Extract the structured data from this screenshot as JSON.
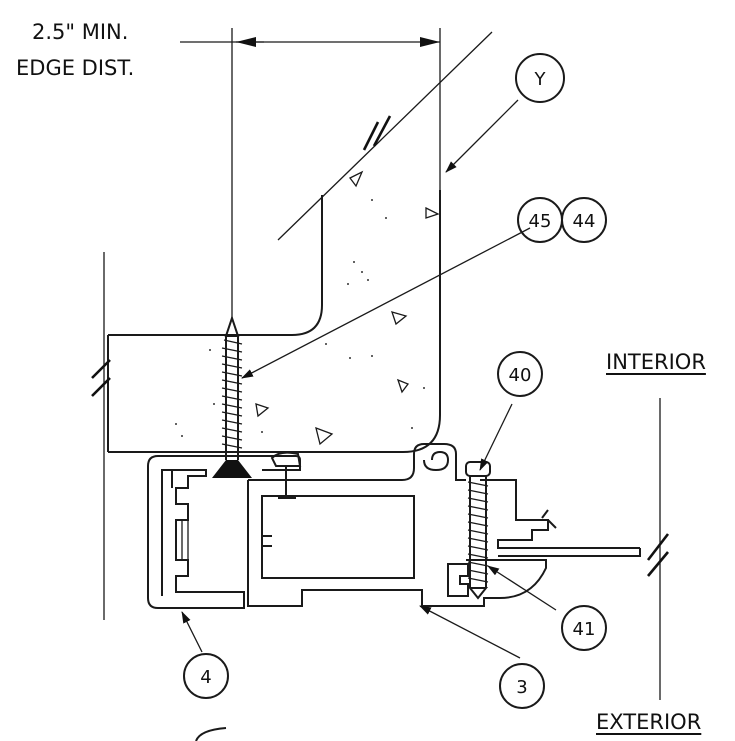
{
  "notes": {
    "edge_distance_line1": "2.5\" MIN.",
    "edge_distance_line2": "EDGE DIST.",
    "interior": "INTERIOR",
    "exterior": "EXTERIOR"
  },
  "callouts": {
    "y": "Y",
    "c45": "45",
    "c44": "44",
    "c40": "40",
    "c41": "41",
    "c4": "4",
    "c3": "3"
  }
}
